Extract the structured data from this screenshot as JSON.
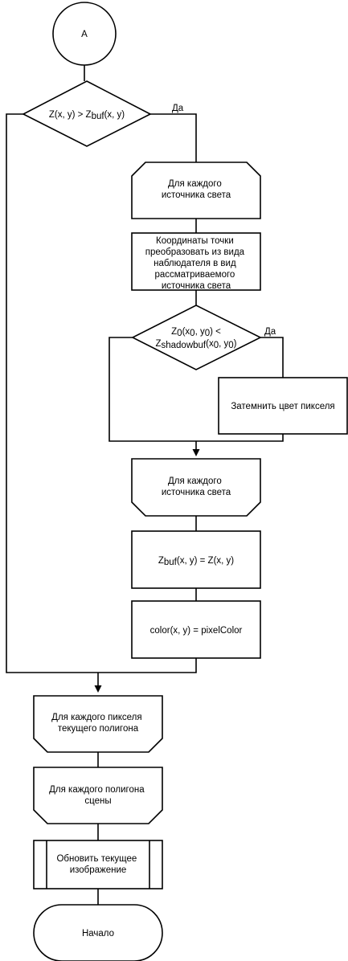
{
  "diagram": {
    "connector_a": "A",
    "decision_zbuf": {
      "p1": "Z(x, y) > Z",
      "sub1": "buf",
      "p2": "(x, y)",
      "yes_label": "Да"
    },
    "loop_start_lights_1": {
      "lines": [
        "Для каждого",
        "источника света"
      ]
    },
    "transform_coords": {
      "lines": [
        "Координаты точки",
        "преобразовать из вида",
        "наблюдателя в вид",
        "рассматриваемого",
        "источника света"
      ]
    },
    "decision_shadow": {
      "l1_p1": "Z",
      "l1_sub": "0",
      "l1_p2": "(x",
      "l1_sub2": "0",
      "l1_p3": ", y",
      "l1_sub3": "0",
      "l1_p4": ") <",
      "l2_p1": "Z",
      "l2_sub": "shadowbuf",
      "l2_p2": "(x",
      "l2_sub2": "0",
      "l2_p3": ", y",
      "l2_sub3": "0",
      "l2_p4": ")",
      "yes_label": "Да"
    },
    "darken_pixel": "Затемнить цвет пикселя",
    "loop_end_lights_1": {
      "lines": [
        "Для каждого",
        "источника света"
      ]
    },
    "assign_zbuf": {
      "p1": "Z",
      "sub": "buf",
      "p2": "(x, y) = Z(x, y)"
    },
    "assign_color": "color(x, y) = pixelColor",
    "loop_end_pixels": {
      "lines": [
        "Для каждого пикселя",
        "текущего полигона"
      ]
    },
    "loop_end_polygons": {
      "lines": [
        "Для каждого полигона",
        "сцены"
      ]
    },
    "update_image": {
      "lines": [
        "Обновить текущее",
        "изображение"
      ]
    },
    "terminal_start": "Начало"
  }
}
